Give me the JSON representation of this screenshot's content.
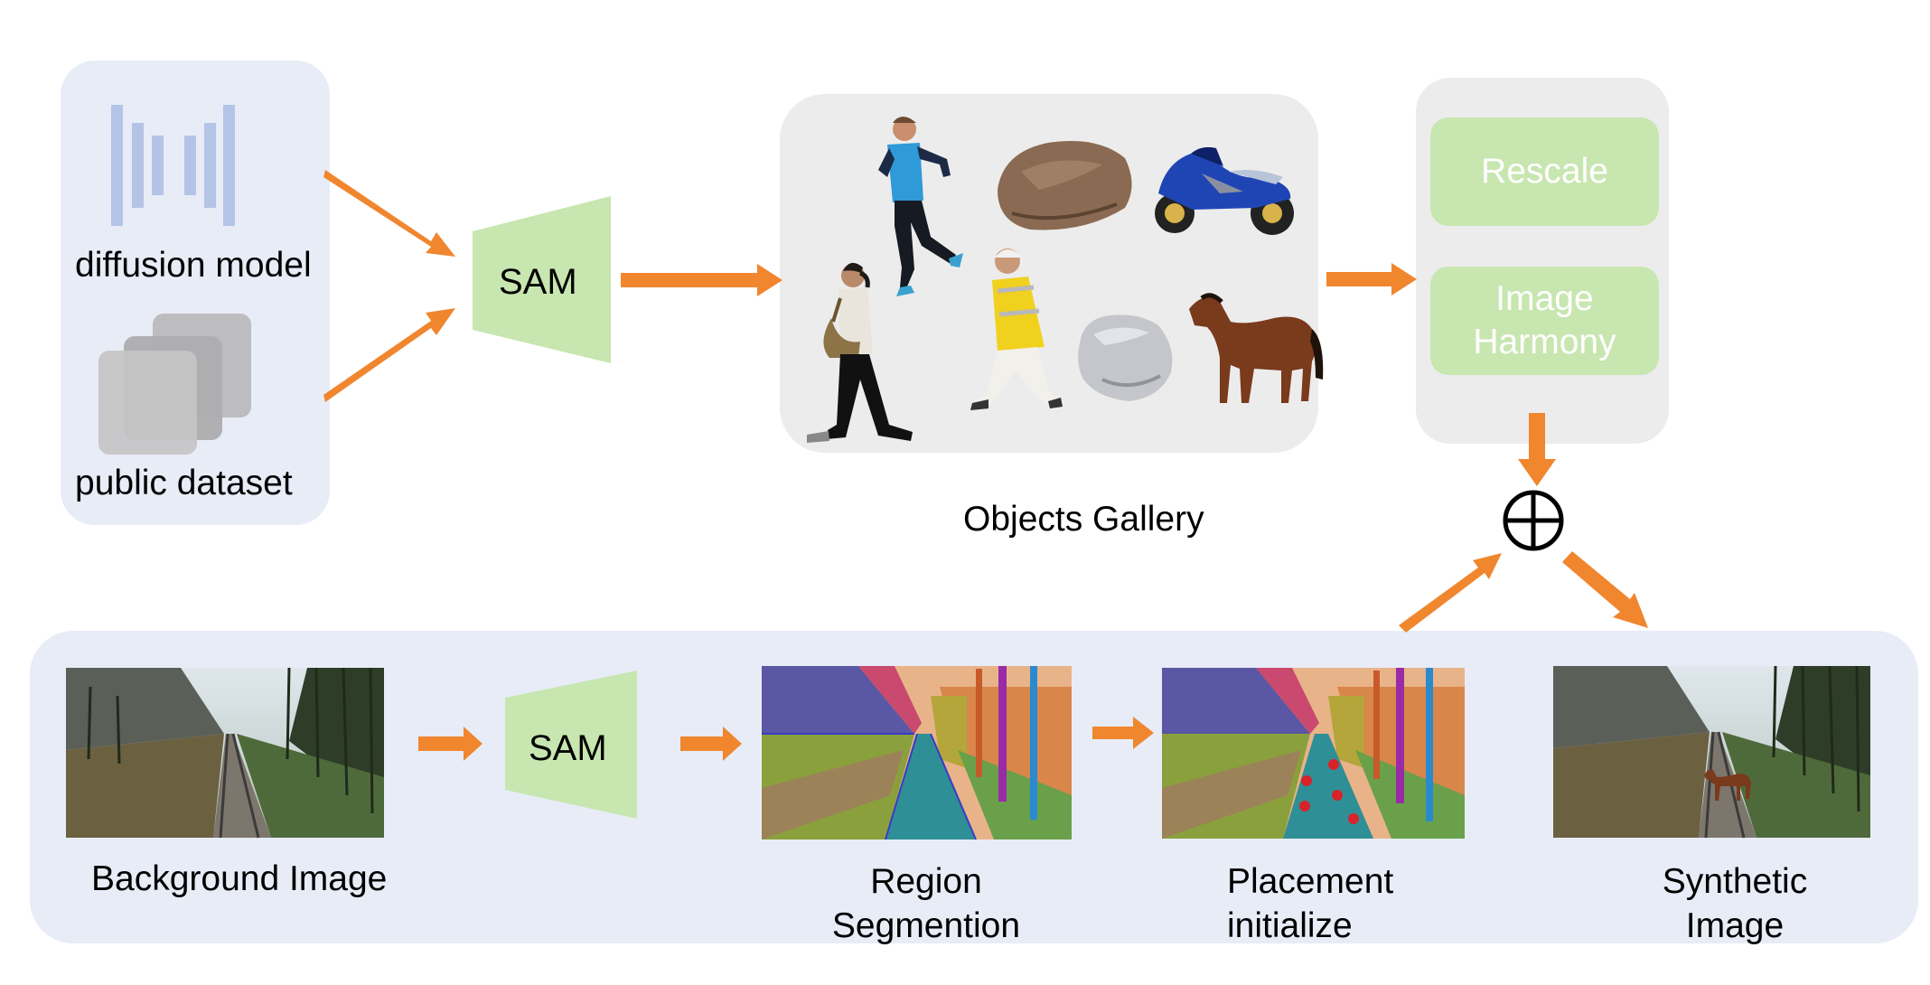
{
  "sources": {
    "diffusion_label": "diffusion model",
    "dataset_label": "public dataset"
  },
  "sam_top": {
    "label": "SAM"
  },
  "gallery": {
    "caption": "Objects Gallery"
  },
  "ops": {
    "rescale": "Rescale",
    "harmony_line1": "Image",
    "harmony_line2": "Harmony"
  },
  "bottom": {
    "background_label": "Background Image",
    "sam_label": "SAM",
    "region_line1": "Region",
    "region_line2": "Segmention",
    "placement_line1": "Placement",
    "placement_line2": "initialize",
    "synthetic_line1": "Synthetic",
    "synthetic_line2": "Image"
  },
  "colors": {
    "arrow": "#f0862e",
    "sam_fill": "#c8e6b0",
    "panel_blue": "#e8ecf7",
    "panel_gray": "#ececec"
  }
}
